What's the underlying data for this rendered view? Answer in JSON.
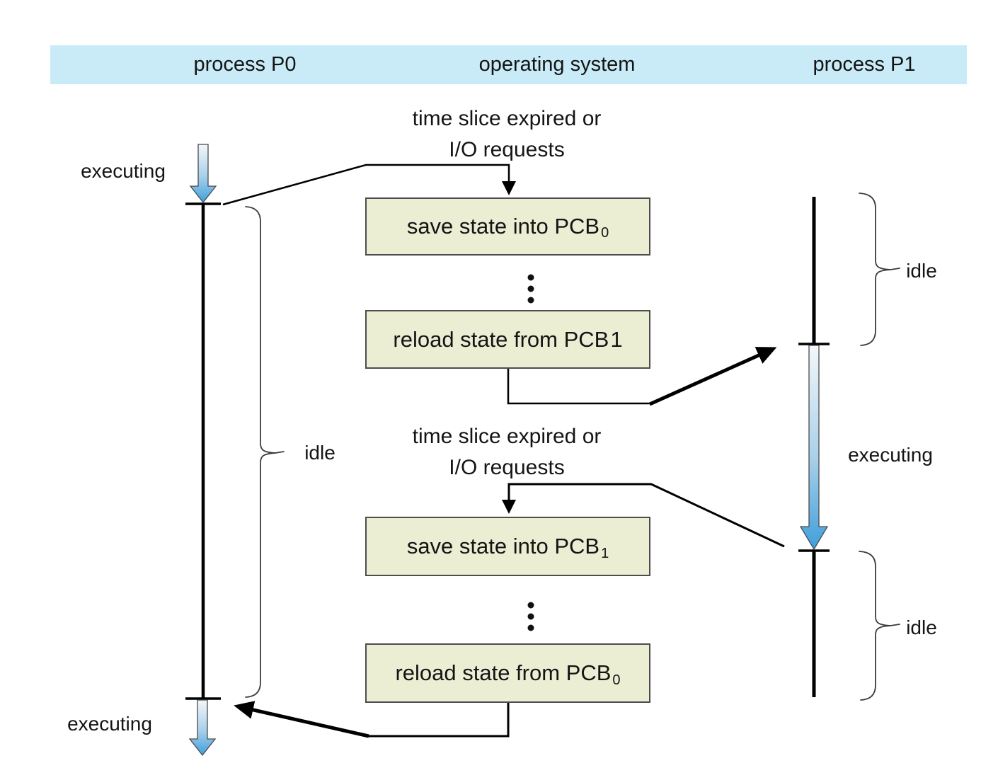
{
  "colors": {
    "header_bg": "#c9ebf8",
    "box_bg": "#ebeed3",
    "box_border": "#4d4d4d",
    "arrow_light": "#f3f7fa",
    "arrow_mid": "#a9d0ea",
    "arrow_blue": "#3f9fdb",
    "line": "#000000",
    "brace": "#3c3c3c",
    "text": "#141414"
  },
  "header": {
    "p0": "process P0",
    "os": "operating system",
    "p1": "process P1"
  },
  "p0": {
    "executing_top": "executing",
    "idle": "idle",
    "executing_bottom": "executing"
  },
  "p1": {
    "idle_top": "idle",
    "executing": "executing",
    "idle_bottom": "idle"
  },
  "events": [
    {
      "line1": "time slice expired or",
      "line2": "I/O requests"
    },
    {
      "line1": "time slice expired or",
      "line2": "I/O requests"
    }
  ],
  "boxes": [
    {
      "main": "save state into PCB",
      "sub": "0"
    },
    {
      "main": "reload state from PCB",
      "sub": "1"
    },
    {
      "main": "save state into PCB",
      "sub": "1"
    },
    {
      "main": "reload state from PCB",
      "sub": "0"
    }
  ]
}
